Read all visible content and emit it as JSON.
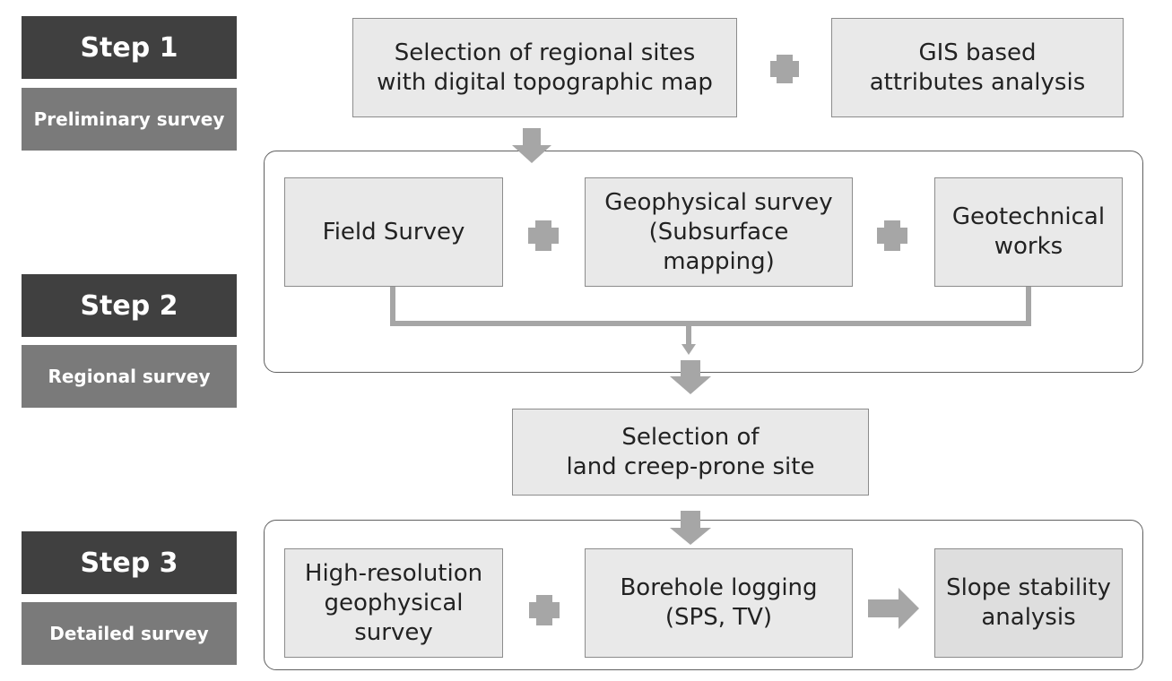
{
  "colors": {
    "step_dark": "#404040",
    "step_mid": "#7a7a7a",
    "box_fill": "#e9e9e9",
    "box_border": "#8c8c8c",
    "connector": "#a6a6a6"
  },
  "steps": [
    {
      "step_label": "Step 1",
      "stage_label": "Preliminary survey"
    },
    {
      "step_label": "Step 2",
      "stage_label": "Regional survey"
    },
    {
      "step_label": "Step 3",
      "stage_label": "Detailed survey"
    }
  ],
  "boxes": {
    "regional_sites": "Selection of regional sites\nwith digital topographic map",
    "gis_analysis": "GIS based\nattributes analysis",
    "field_survey": "Field Survey",
    "geophysical_survey": "Geophysical survey\n(Subsurface mapping)",
    "geotechnical_works": "Geotechnical\nworks",
    "creep_site": "Selection of\nland creep-prone site",
    "high_res_geophysical": "High-resolution\ngeophysical\nsurvey",
    "borehole_logging": "Borehole logging\n(SPS, TV)",
    "slope_stability": "Slope stability\nanalysis"
  },
  "icons": {
    "plus": "plus-icon",
    "down_arrow": "down-arrow-icon",
    "right_arrow": "right-arrow-icon"
  }
}
